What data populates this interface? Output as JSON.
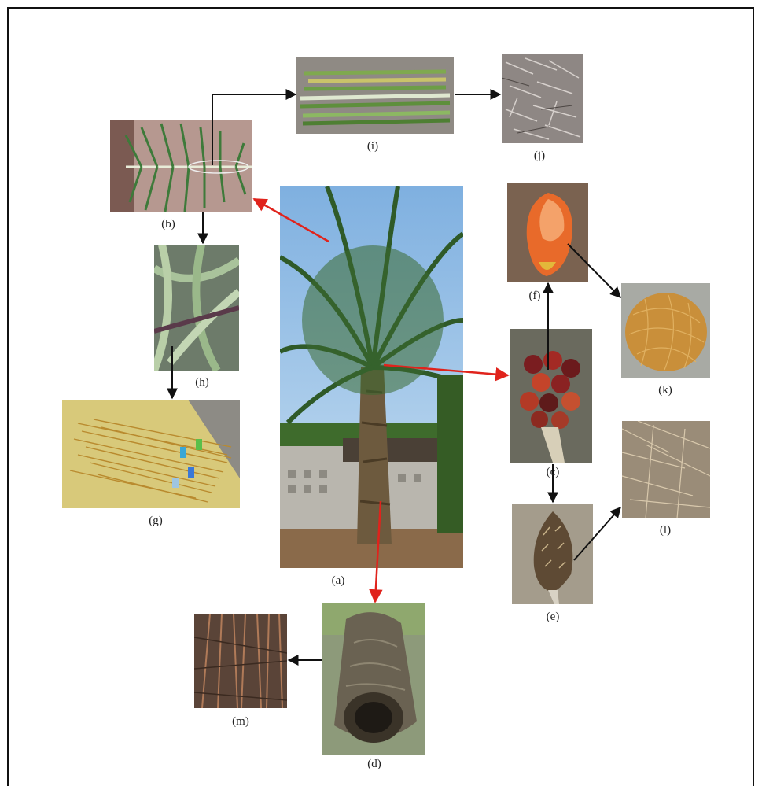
{
  "figure": {
    "captions": {
      "a": "(a)",
      "b": "(b)",
      "c": "(c)",
      "d": "(d)",
      "e": "(e)",
      "f": "(f)",
      "g": "(g)",
      "h": "(h)",
      "i": "(i)",
      "j": "(j)",
      "k": "(k)",
      "l": "(l)",
      "m": "(m)"
    },
    "arrow_colors": {
      "black": "#111111",
      "red": "#e0231c"
    }
  }
}
